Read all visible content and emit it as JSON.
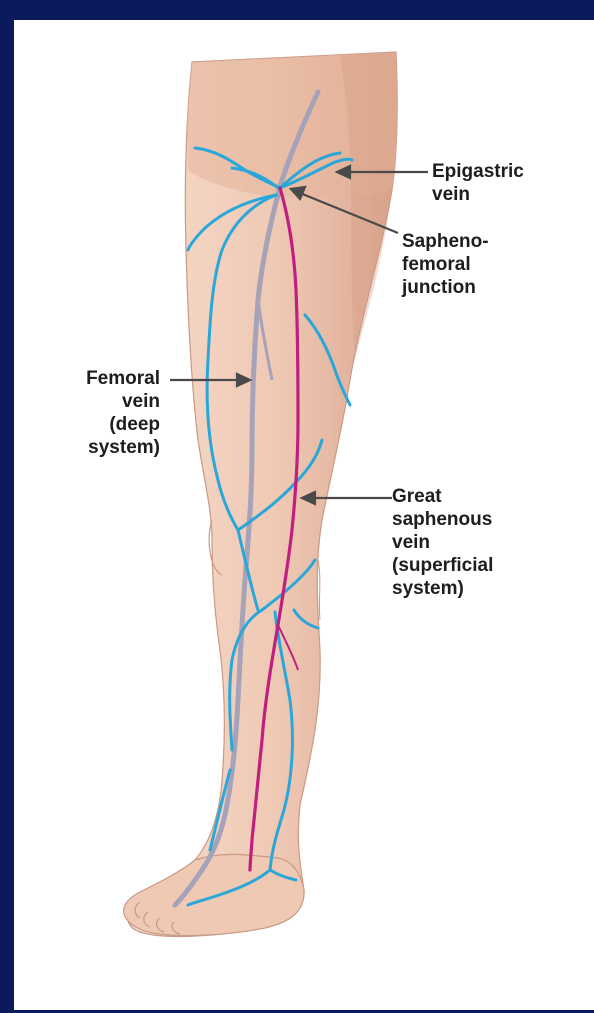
{
  "labels": {
    "epigastric_vein": "Epigastric\nvein",
    "saphenofemoral_junction": "Sapheno-\nfemoral\njunction",
    "femoral_vein": "Femoral\nvein\n(deep\nsystem)",
    "great_saphenous_vein": "Great\nsaphenous\nvein\n(superficial\nsystem)"
  },
  "colors": {
    "background": "#0b1a5c",
    "skin_light": "#f3d3c2",
    "skin_mid": "#e7b79f",
    "skin_dark": "#d79f86",
    "superficial_veins": "#2aa7d9",
    "deep_vein": "#a6a2b8",
    "great_saphenous": "#c01f7f",
    "pointer": "#4a4a4a"
  }
}
